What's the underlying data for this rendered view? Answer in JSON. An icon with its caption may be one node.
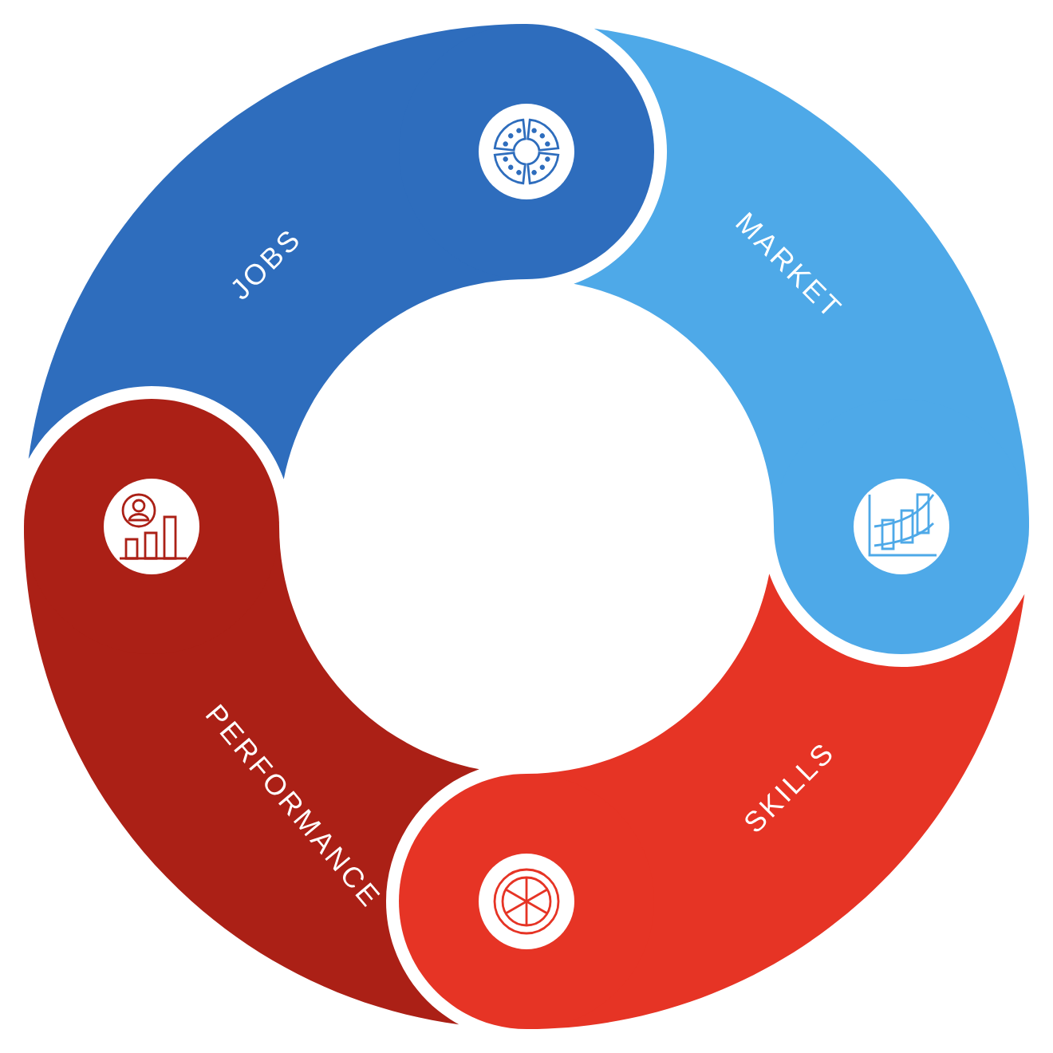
{
  "diagram": {
    "nodes": [
      {
        "text": [
          "JOBS"
        ]
      },
      {
        "text": [
          "MARKET"
        ]
      },
      {
        "text": [
          "SKILLS"
        ]
      },
      {
        "text": [
          "PERFORMANCE"
        ]
      }
    ]
  }
}
